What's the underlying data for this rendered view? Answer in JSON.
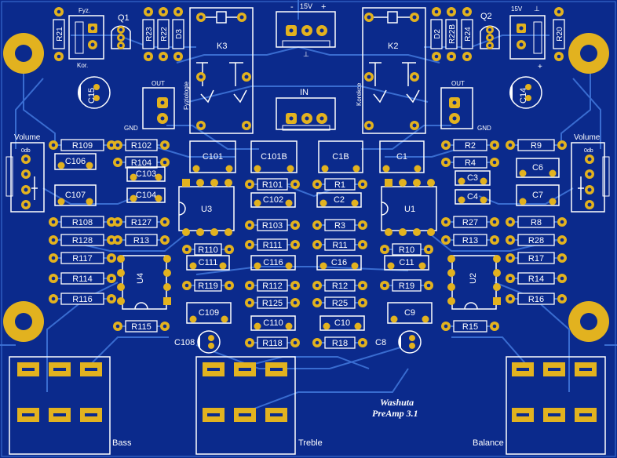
{
  "board": {
    "title_line1": "Washuta",
    "title_line2": "PreAmp 3.1",
    "colors": {
      "substrate": "#0b2a8c",
      "trace": "#3f74d8",
      "pad": "#e2b21f",
      "silk": "#ffffff",
      "hole": "#0b2a8c"
    }
  },
  "labels": {
    "bass": "Bass",
    "treble": "Treble",
    "balance": "Balance",
    "vol_left": "Volume",
    "vol_right": "Volume",
    "odb_left": "0db",
    "odb_right": "0db",
    "in": "IN",
    "out_left": "OUT",
    "out_right": "OUT",
    "gnd_left": "GND",
    "gnd_right": "GND",
    "v15_left": "15V",
    "v15_right": "15V",
    "minus": "-",
    "plus": "+",
    "ground_mark": "⊥",
    "fyz": "Fyz.",
    "kor": "Kor.",
    "fyziologie": "Fyziologie",
    "korekce": "Korekce",
    "k3": "K3",
    "k2": "K2",
    "u1": "U1",
    "u2": "U2",
    "u3": "U3",
    "u4": "U4",
    "q1": "Q1",
    "q2": "Q2"
  },
  "components": {
    "resistors": [
      {
        "ref": "R109"
      },
      {
        "ref": "R102"
      },
      {
        "ref": "R104"
      },
      {
        "ref": "R108"
      },
      {
        "ref": "R127"
      },
      {
        "ref": "R128"
      },
      {
        "ref": "R13"
      },
      {
        "ref": "R117"
      },
      {
        "ref": "R114"
      },
      {
        "ref": "R116"
      },
      {
        "ref": "R115"
      },
      {
        "ref": "R110"
      },
      {
        "ref": "R119"
      },
      {
        "ref": "R101"
      },
      {
        "ref": "R103"
      },
      {
        "ref": "R111"
      },
      {
        "ref": "R112"
      },
      {
        "ref": "R125"
      },
      {
        "ref": "R118"
      },
      {
        "ref": "R1"
      },
      {
        "ref": "R3"
      },
      {
        "ref": "R11"
      },
      {
        "ref": "R12"
      },
      {
        "ref": "R25"
      },
      {
        "ref": "R18"
      },
      {
        "ref": "R10"
      },
      {
        "ref": "R19"
      },
      {
        "ref": "R2"
      },
      {
        "ref": "R4"
      },
      {
        "ref": "R9"
      },
      {
        "ref": "R8"
      },
      {
        "ref": "R27"
      },
      {
        "ref": "R13"
      },
      {
        "ref": "R28"
      },
      {
        "ref": "R17"
      },
      {
        "ref": "R14"
      },
      {
        "ref": "R16"
      },
      {
        "ref": "R15"
      }
    ],
    "vertical_resistors": [
      {
        "ref": "R21"
      },
      {
        "ref": "R23"
      },
      {
        "ref": "R22"
      },
      {
        "ref": "D3"
      },
      {
        "ref": "D2"
      },
      {
        "ref": "R22B"
      },
      {
        "ref": "R24"
      },
      {
        "ref": "R20"
      }
    ],
    "capacitors": [
      {
        "ref": "C106"
      },
      {
        "ref": "C107"
      },
      {
        "ref": "C103"
      },
      {
        "ref": "C104"
      },
      {
        "ref": "C101"
      },
      {
        "ref": "C101B"
      },
      {
        "ref": "C1B"
      },
      {
        "ref": "C1"
      },
      {
        "ref": "C102"
      },
      {
        "ref": "C2"
      },
      {
        "ref": "C111"
      },
      {
        "ref": "C116"
      },
      {
        "ref": "C16"
      },
      {
        "ref": "C11"
      },
      {
        "ref": "C109"
      },
      {
        "ref": "C110"
      },
      {
        "ref": "C10"
      },
      {
        "ref": "C9"
      },
      {
        "ref": "C3"
      },
      {
        "ref": "C4"
      },
      {
        "ref": "C6"
      },
      {
        "ref": "C7"
      }
    ],
    "electrolytics": [
      {
        "ref": "C15"
      },
      {
        "ref": "C14"
      },
      {
        "ref": "C108"
      },
      {
        "ref": "C8"
      }
    ]
  }
}
